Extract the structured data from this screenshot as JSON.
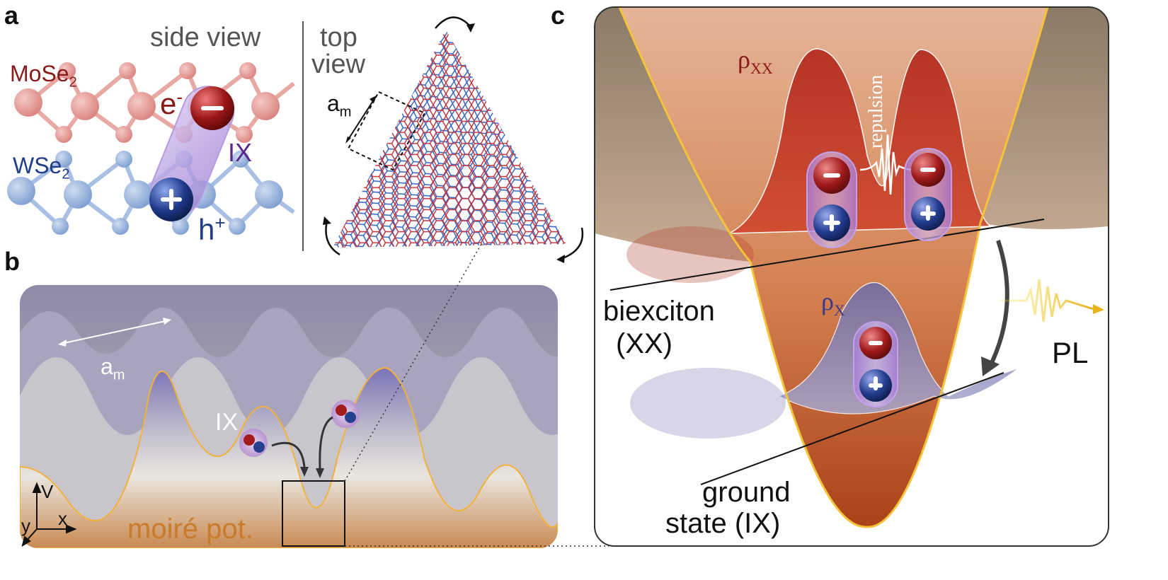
{
  "panels": {
    "a": "a",
    "b": "b",
    "c": "c"
  },
  "panel_a": {
    "side_view": "side view",
    "top_view_line1": "top",
    "top_view_line2": "view",
    "mose2": "MoSe",
    "mose2_sub": "2",
    "wse2": "WSe",
    "wse2_sub": "2",
    "electron": "e",
    "electron_sup": "-",
    "hole": "h",
    "hole_sup": "+",
    "ix": "IX",
    "am": "a",
    "am_sub": "m",
    "colors": {
      "mose2": "#8b1a1a",
      "wse2": "#1f3f86",
      "ix": "#5a2a8a",
      "hole": "#1f3f86"
    }
  },
  "panel_b": {
    "am": "a",
    "am_sub": "m",
    "ix": "IX",
    "axis_v": "V",
    "axis_x": "x",
    "axis_y": "y",
    "moire": "moiré pot.",
    "colors": {
      "moire": "#c97a2a"
    }
  },
  "panel_c": {
    "rho_xx": "ρ",
    "rho_xx_sub": "XX",
    "rho_x": "ρ",
    "rho_x_sub": "X",
    "repulsion": "repulsion",
    "biexciton_line1": "biexciton",
    "biexciton_line2": "(XX)",
    "ground_line1": "ground",
    "ground_line2": "state (IX)",
    "pl": "PL",
    "colors": {
      "rho_xx": "#8b1a1a",
      "rho_x": "#3a3a8a"
    }
  }
}
